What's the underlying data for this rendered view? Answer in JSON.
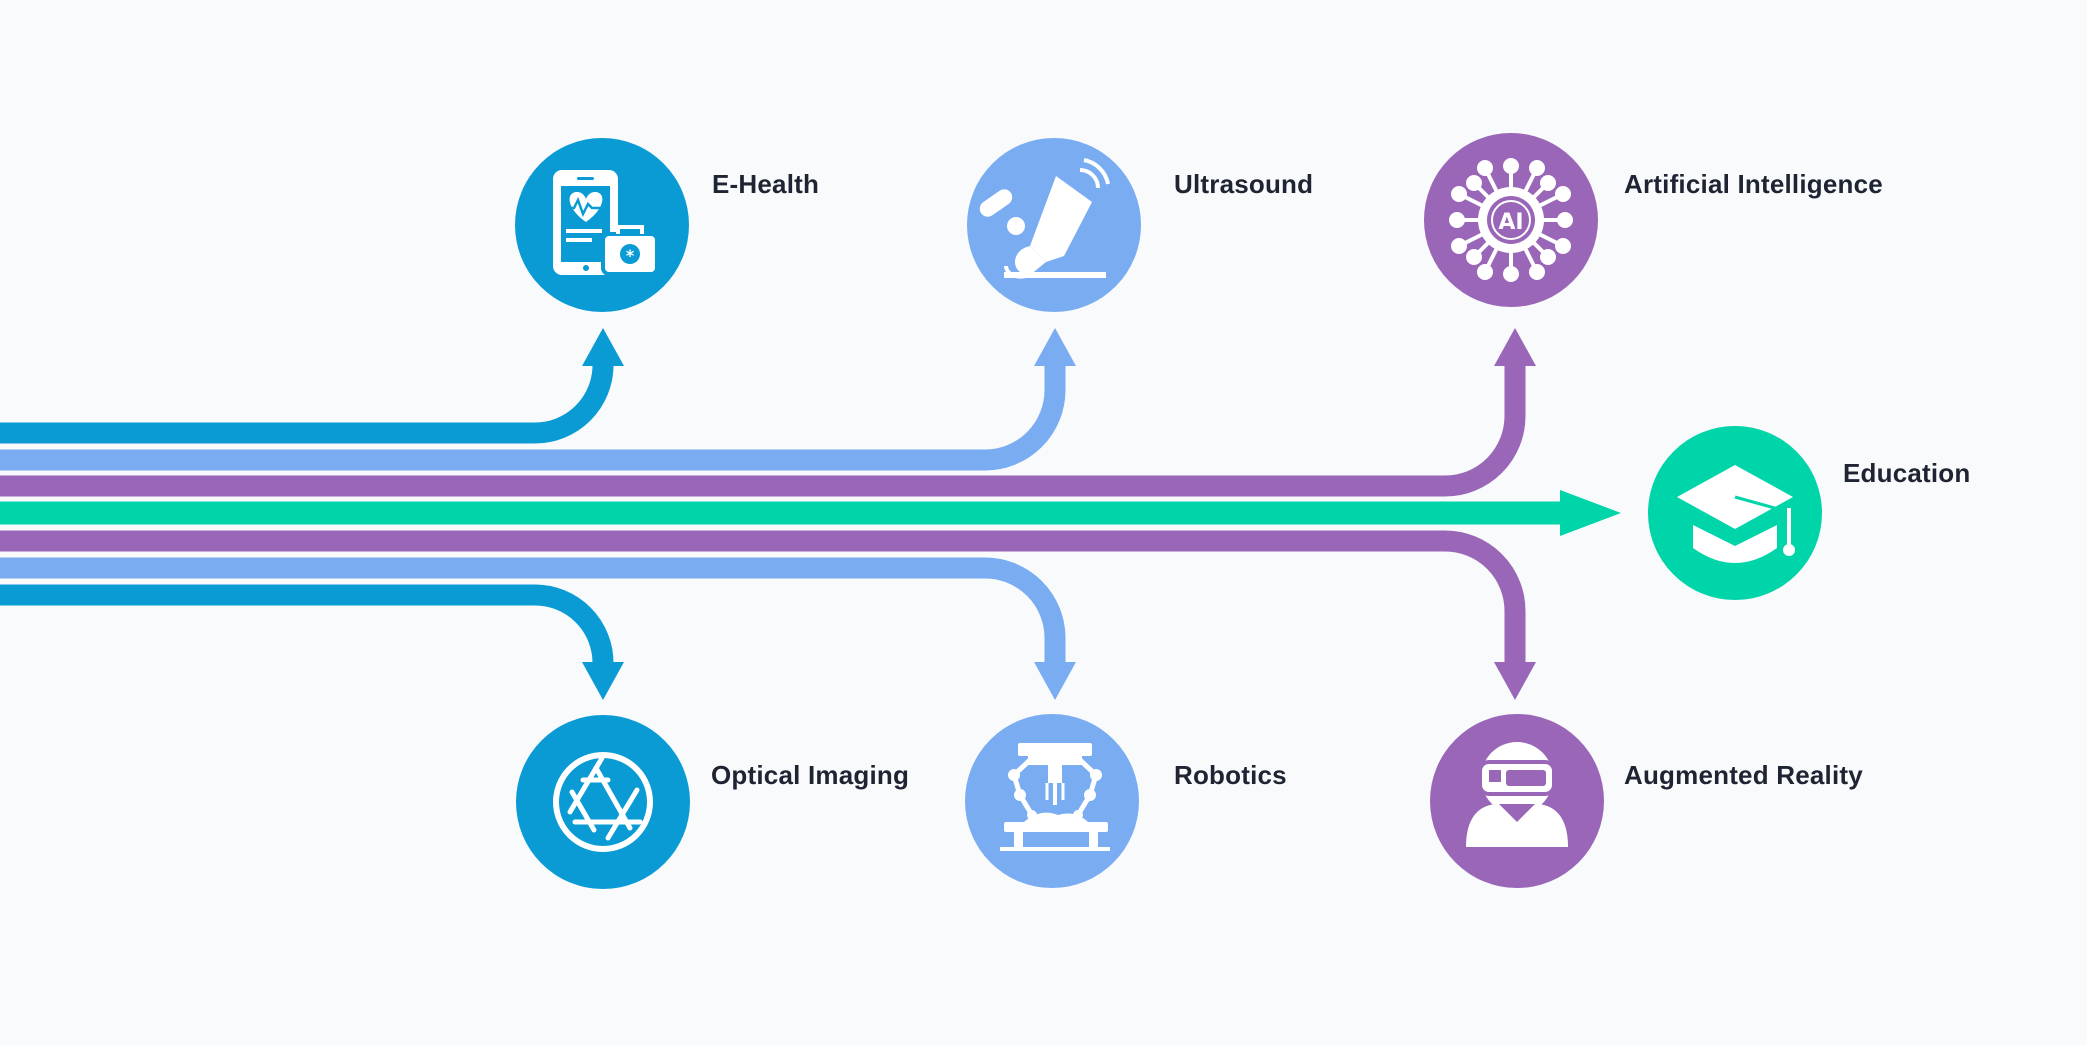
{
  "colors": {
    "background": "#f8fafc",
    "blue": "#0a9bd4",
    "light_blue": "#7aacf2",
    "purple": "#9966b8",
    "teal": "#00d4a9",
    "text": "#1f2433"
  },
  "nodes": {
    "ehealth": {
      "label": "E-Health",
      "icon": "mobile-health-icon"
    },
    "ultrasound": {
      "label": "Ultrasound",
      "icon": "ultrasound-probe-icon"
    },
    "ai": {
      "label": "Artificial Intelligence",
      "icon": "ai-chip-icon"
    },
    "education": {
      "label": "Education",
      "icon": "graduation-cap-icon"
    },
    "optical": {
      "label": "Optical Imaging",
      "icon": "camera-shutter-icon"
    },
    "robotics": {
      "label": "Robotics",
      "icon": "surgical-robot-icon"
    },
    "ar": {
      "label": "Augmented Reality",
      "icon": "vr-headset-icon"
    }
  }
}
